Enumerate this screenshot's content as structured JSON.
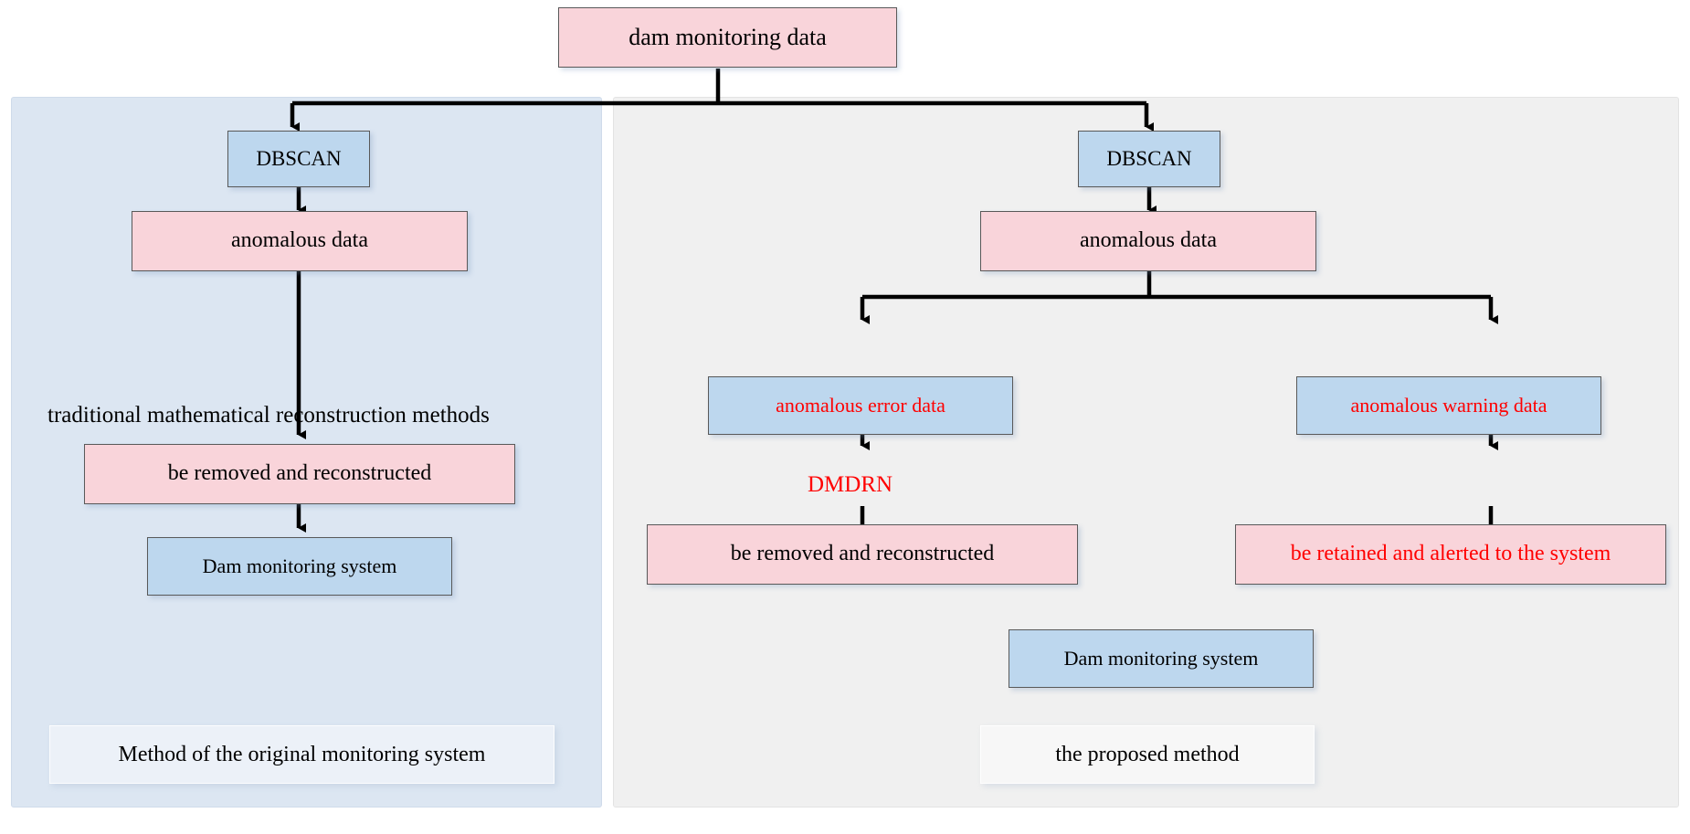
{
  "diagram": {
    "title_box": {
      "label": "dam monitoring data"
    },
    "colors": {
      "pink_fill": "#f9d4da",
      "blue_fill": "#bdd7ee",
      "left_panel_bg": "#dce6f2",
      "right_panel_bg": "#f0f0f0",
      "red_text": "#ff0000",
      "black_text": "#000000",
      "connector": "#000000"
    },
    "left_panel": {
      "caption": "Method of the original monitoring system",
      "edge_label": "traditional mathematical reconstruction methods",
      "nodes": [
        {
          "label": "DBSCAN",
          "fill": "blue",
          "text": "black"
        },
        {
          "label": "anomalous data",
          "fill": "pink",
          "text": "black"
        },
        {
          "label": "be removed and reconstructed",
          "fill": "pink",
          "text": "black"
        },
        {
          "label": "Dam monitoring system",
          "fill": "blue",
          "text": "black"
        }
      ]
    },
    "right_panel": {
      "caption": "the proposed method",
      "edge_label": "DMDRN",
      "nodes": [
        {
          "label": "DBSCAN",
          "fill": "blue",
          "text": "black"
        },
        {
          "label": "anomalous data",
          "fill": "pink",
          "text": "black"
        },
        {
          "label": "anomalous error data",
          "fill": "blue",
          "text": "red"
        },
        {
          "label": "anomalous warning data",
          "fill": "blue",
          "text": "red"
        },
        {
          "label": "be removed and reconstructed",
          "fill": "pink",
          "text": "black"
        },
        {
          "label": "be retained and alerted to the system",
          "fill": "pink",
          "text": "red"
        },
        {
          "label": "Dam monitoring system",
          "fill": "blue",
          "text": "black"
        }
      ]
    }
  }
}
